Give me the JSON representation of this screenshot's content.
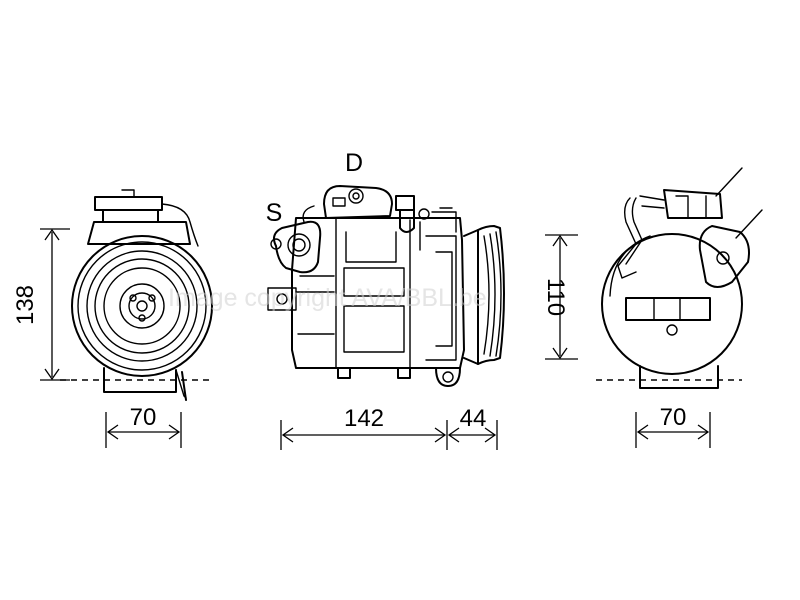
{
  "dimensions": {
    "front_width": "70",
    "front_height": "138",
    "side_length": "142",
    "side_pulley": "44",
    "rear_height": "110",
    "rear_width": "70"
  },
  "ports": {
    "discharge": "D",
    "suction": "S"
  },
  "watermark": "Image copyright AVA/BBL.be"
}
